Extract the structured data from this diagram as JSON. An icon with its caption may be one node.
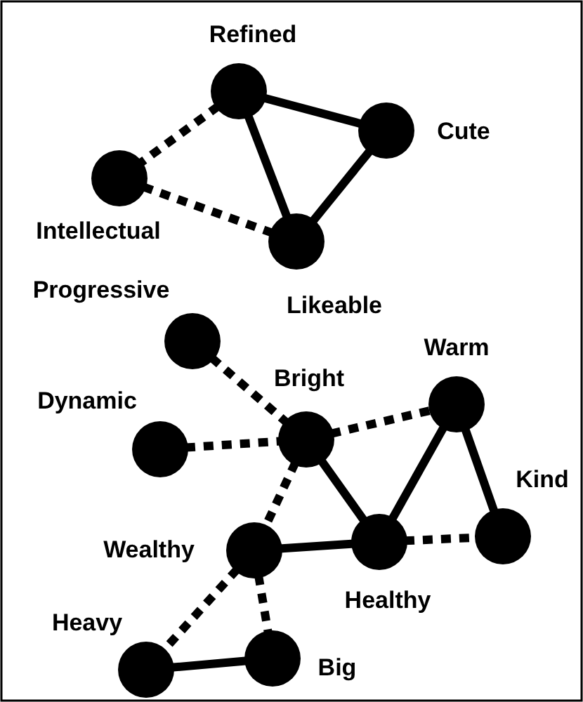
{
  "diagram": {
    "nodes": [
      {
        "text": [],
        "shape": "circle",
        "beside": [
          "Refined"
        ]
      },
      {
        "text": [],
        "shape": "circle",
        "beside": [
          "Cute"
        ]
      },
      {
        "text": [],
        "shape": "circle",
        "beside": [
          "Intellectual"
        ]
      },
      {
        "text": [],
        "shape": "circle",
        "beside": [
          "Likeable"
        ]
      },
      {
        "text": [],
        "shape": "circle",
        "beside": [
          "Progressive"
        ]
      },
      {
        "text": [],
        "shape": "circle",
        "beside": [
          "Dynamic"
        ]
      },
      {
        "text": [],
        "shape": "circle",
        "beside": [
          "Bright"
        ]
      },
      {
        "text": [],
        "shape": "circle",
        "beside": [
          "Warm"
        ]
      },
      {
        "text": [],
        "shape": "circle",
        "beside": [
          "Kind"
        ]
      },
      {
        "text": [],
        "shape": "circle",
        "beside": [
          "Wealthy"
        ]
      },
      {
        "text": [],
        "shape": "circle",
        "beside": [
          "Healthy"
        ]
      },
      {
        "text": [],
        "shape": "circle",
        "beside": [
          "Heavy"
        ]
      },
      {
        "text": [],
        "shape": "circle",
        "beside": [
          "Big"
        ]
      }
    ],
    "edges": [
      {
        "from": 0,
        "to": 1,
        "arrow": "none"
      },
      {
        "from": 0,
        "to": 2,
        "arrow": "none",
        "style": "dashed"
      },
      {
        "from": 0,
        "to": 3,
        "arrow": "none"
      },
      {
        "from": 1,
        "to": 3,
        "arrow": "none"
      },
      {
        "from": 2,
        "to": 3,
        "arrow": "none",
        "style": "dashed"
      },
      {
        "from": 4,
        "to": 6,
        "arrow": "none",
        "style": "dashed"
      },
      {
        "from": 5,
        "to": 6,
        "arrow": "none",
        "style": "dashed"
      },
      {
        "from": 6,
        "to": 7,
        "arrow": "none",
        "style": "dashed"
      },
      {
        "from": 6,
        "to": 10,
        "arrow": "none"
      },
      {
        "from": 7,
        "to": 10,
        "arrow": "none"
      },
      {
        "from": 7,
        "to": 8,
        "arrow": "none"
      },
      {
        "from": 10,
        "to": 8,
        "arrow": "none",
        "style": "dashed"
      },
      {
        "from": 6,
        "to": 9,
        "arrow": "none",
        "style": "dashed"
      },
      {
        "from": 9,
        "to": 10,
        "arrow": "none"
      },
      {
        "from": 9,
        "to": 11,
        "arrow": "none",
        "style": "dashed"
      },
      {
        "from": 9,
        "to": 12,
        "arrow": "none",
        "style": "dashed"
      },
      {
        "from": 11,
        "to": 12,
        "arrow": "none"
      }
    ]
  }
}
